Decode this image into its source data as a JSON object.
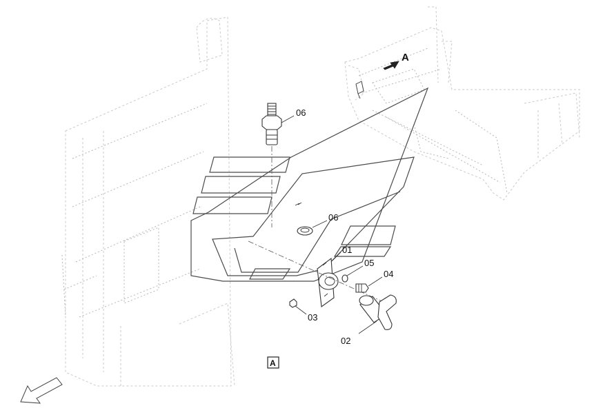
{
  "callouts": {
    "c06_top": "06",
    "c06_mid": "06",
    "c01": "01",
    "c05": "05",
    "c04": "04",
    "c03": "03",
    "c02": "02"
  },
  "view_label": "A",
  "view_box_label": "A",
  "colors": {
    "line": "#333333",
    "ghost": "#c9c9c9",
    "background": "#ffffff"
  },
  "icons": {
    "direction_arrow": "arrow-down-left-icon",
    "view_arrow": "arrow-left-icon"
  }
}
